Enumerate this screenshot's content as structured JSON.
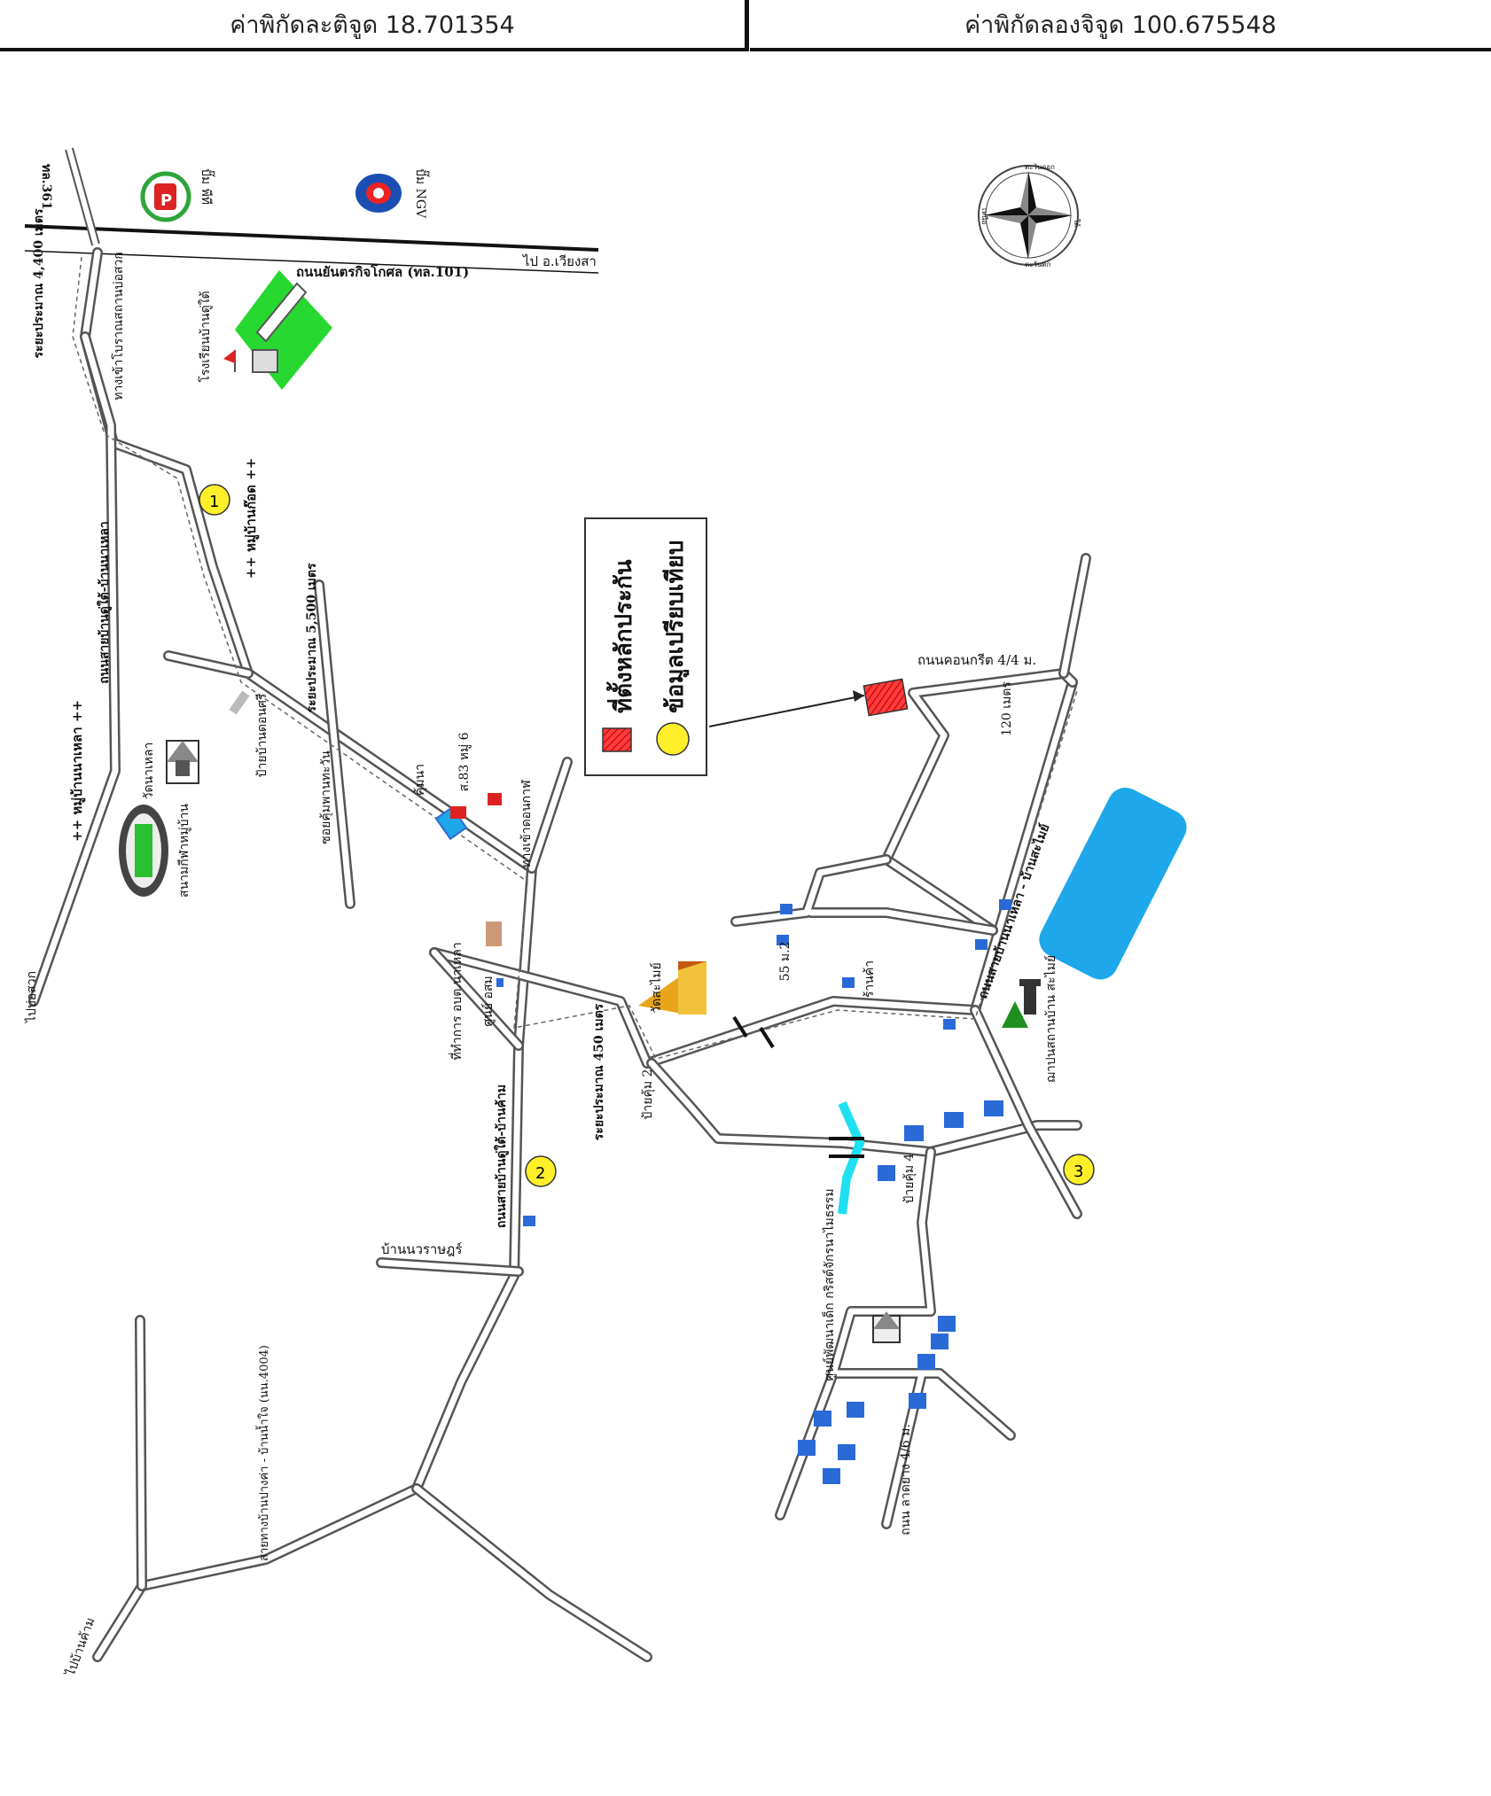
{
  "header": {
    "latitude_label": "ค่าพิกัดละติจูด 18.701354",
    "longitude_label": "ค่าพิกัดลองจิจูด 100.675548"
  },
  "legend": {
    "location_label": "ที่ตั้งหลักประกัน",
    "comparable_label": "ข้อมูลเปรียบเทียบ",
    "location_color": "#ff3b3b",
    "comparable_color": "#ffef2a"
  },
  "compass": {
    "n": "เหนือ",
    "e": "ตะวันออก",
    "s": "ใต้",
    "w": "ตะวันตก"
  },
  "markers": [
    {
      "number": "1"
    },
    {
      "number": "2"
    },
    {
      "number": "3"
    }
  ],
  "labels": {
    "road_361": "ทล.361",
    "pt_station": "ปั๊ม พีที",
    "ngv_station": "ปั๊ม NGV",
    "main_highway": "ถนนยันตรกิจโกศล (ทล.101)",
    "to_wiang_sa": "ไป อ.เวียงสา",
    "distance_4400": "ระยะประมาณ 4,400 เมตร",
    "junction_old_station": "ทางเข้าโบราณสถานบ่อสวก",
    "hospital": "โรงเรียนบ้านดู่ใต้",
    "village_kod": "++ หมู่บ้านก๊อด ++",
    "road_du_tai_na_chao": "ถนนสายบ้านดู่ใต้-บ้านนาเหลา",
    "distance_5500": "ระยะประมาณ 5,500 เมตร",
    "village_na_chao": "++ หมู่บ้านนาเหลา ++",
    "wat_na_chao": "วัดนาเหลา",
    "stadium": "สนามกีฬาหมู่บ้าน",
    "to_bo_suak": "ไปบ่อสวก",
    "ban_don_sri": "ป้ายบ้านดอนศรี",
    "sor_phan": "ซอยคุ้มพานทะวัน",
    "house_83": "ส.83 หมู่ 6",
    "kum_na": "คุ้มนา",
    "junction_don_tha": "ทางเข้าดอนกาฬ",
    "district_office": "ที่ทำการ อบต.นาเหลา",
    "health_center": "ศูนย์ อสม",
    "road_du_tai_ban_kham": "ถนนสายบ้านดู่ใต้-บ้านค้าม",
    "distance_450": "ระยะประมาณ 450 เมตร",
    "ban_norawa": "บ้านนวราษฎร์",
    "road_4004": "สายทางบ้านปางค่า - บ้านน้ำใจ (นน.4004)",
    "to_ban_kham": "ไปบ้านค้าม",
    "wat_sa_sai": "วัดสะไมย์",
    "sign_khum_2": "ป้ายคุ้ม 2",
    "sign_55": "55 ม.2",
    "shop": "ร้านค้า",
    "road_sa_sai": "ถนนสายบ้านนาเหลา - บ้านสะไมย์",
    "forest": "ฌาปนสถานบ้าน สะไมย์",
    "sign_khum_4": "ป้ายคุ้ม 4",
    "learning_center": "ศูนย์พัฒนาเด็ก กริสต์จักรนาไมธรรม",
    "road_4_6": "ถนน ลาดยาง 4/6 ม.",
    "road_concrete": "ถนนคอนกรีต 4/4 ม.",
    "dist_120": "120 เมตร"
  }
}
